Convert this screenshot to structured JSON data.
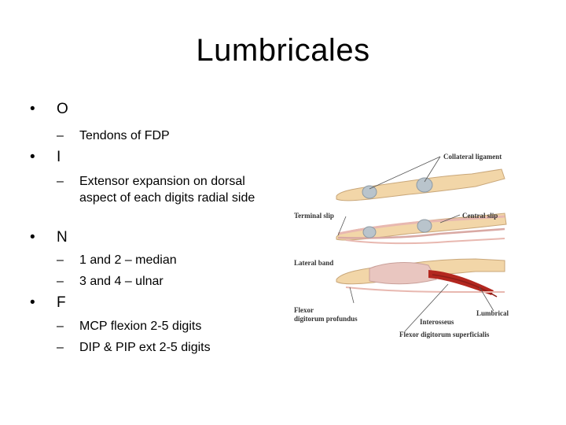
{
  "slide": {
    "title": "Lumbricales",
    "bullets": [
      {
        "marker": "•",
        "label": "O",
        "sub": [
          {
            "dash": "–",
            "text": "Tendons of FDP"
          }
        ]
      },
      {
        "marker": "•",
        "label": "I",
        "sub": [
          {
            "dash": "–",
            "text": "Extensor expansion on dorsal aspect of each digits radial side"
          }
        ]
      },
      {
        "marker": "•",
        "label": "N",
        "sub": [
          {
            "dash": "–",
            "text": "1 and 2 – median"
          },
          {
            "dash": "–",
            "text": "3 and 4 – ulnar"
          }
        ]
      },
      {
        "marker": "•",
        "label": "F",
        "sub": [
          {
            "dash": "–",
            "text": "MCP flexion 2-5 digits"
          },
          {
            "dash": "–",
            "text": "DIP & PIP ext 2-5 digits"
          }
        ]
      }
    ]
  },
  "figure": {
    "labels": {
      "collateral_ligament": "Collateral ligament",
      "terminal_slip": "Terminal slip",
      "central_slip": "Central slip",
      "lateral_band": "Lateral band",
      "flexor_profundus_line1": "Flexor",
      "flexor_profundus_line2": "digitorum profundus",
      "lumbrical": "Lumbrical",
      "interosseus": "Interosseus",
      "flexor_superficialis": "Flexor digitorum superficialis"
    },
    "colors": {
      "bone": "#f2d6a8",
      "ligament": "#b9c4cc",
      "tendon": "#e8b8b0",
      "muscle": "#d9a9a4",
      "lumbrical": "#b3271f"
    }
  }
}
